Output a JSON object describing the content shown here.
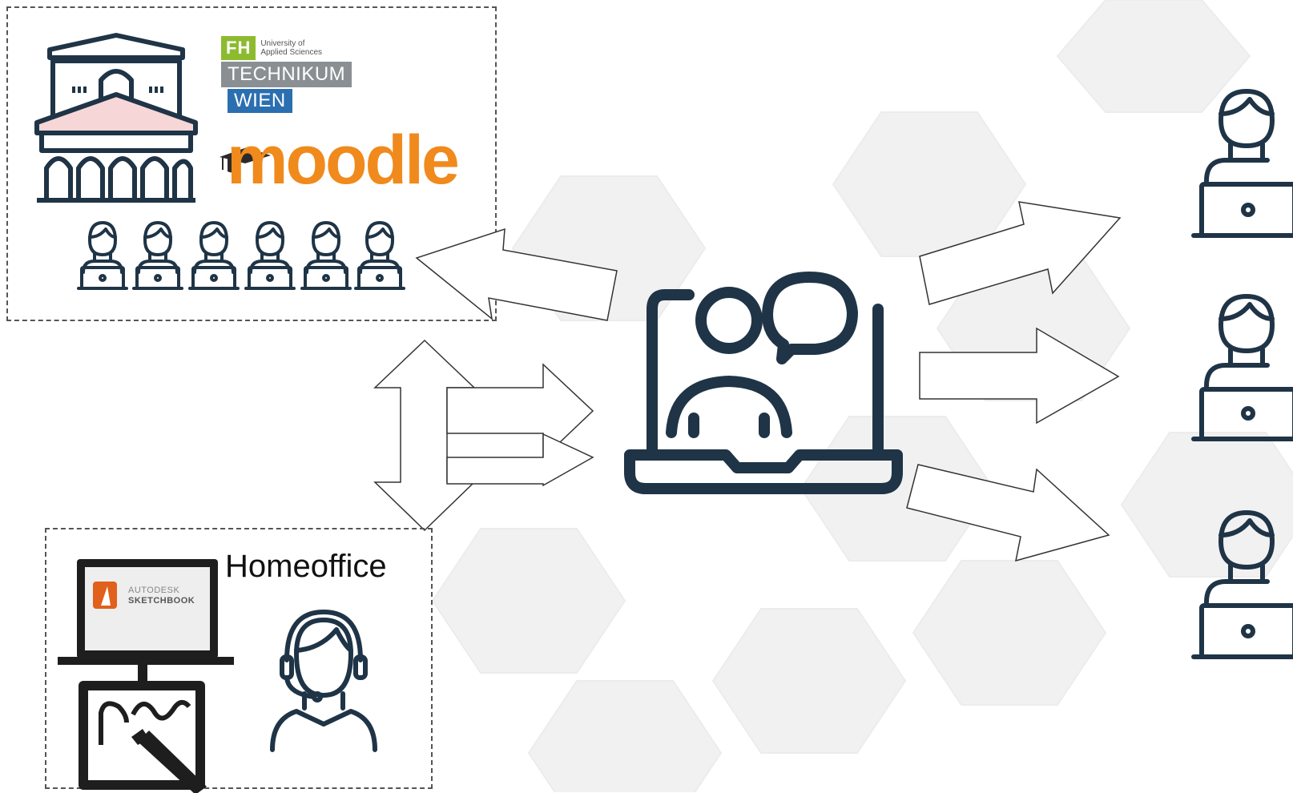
{
  "university": {
    "fh_badge": "FH",
    "fh_subtitle_1": "University of",
    "fh_subtitle_2": "Applied Sciences",
    "fh_name_1": "TECHNIKUM",
    "fh_name_2": "WIEN",
    "lms_name": "moodle"
  },
  "homeoffice": {
    "label": "Homeoffice",
    "app_vendor": "AUTODESK",
    "app_name": "SKETCHBOOK"
  },
  "colors": {
    "icon_navy": "#1f3446",
    "moodle_orange": "#f08a1c",
    "fh_green": "#8dbb2f",
    "fh_gray": "#8a8f93",
    "fh_blue": "#2b6fb0",
    "building_pink": "#f7d6d8"
  },
  "icons": [
    "university-building-icon",
    "student-laptop-icon",
    "video-conference-laptop-icon",
    "drawing-tablet-icon",
    "headset-user-icon",
    "outline-arrow-icon"
  ]
}
